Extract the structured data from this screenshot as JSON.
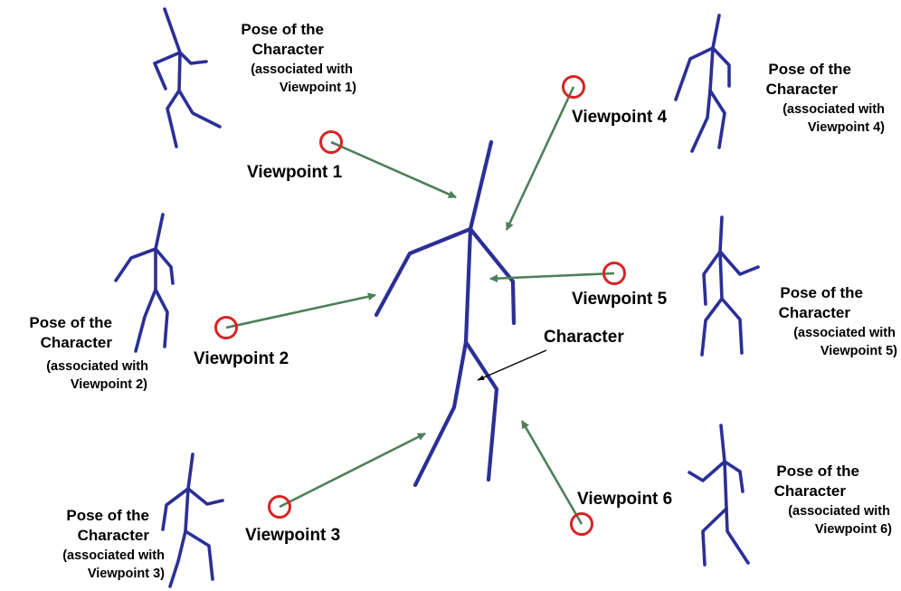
{
  "labels": {
    "character": "Character",
    "viewpoints": [
      "Viewpoint 1",
      "Viewpoint 2",
      "Viewpoint 3",
      "Viewpoint 4",
      "Viewpoint 5",
      "Viewpoint 6"
    ],
    "poses": [
      {
        "line1": "Pose of the",
        "line2": "Character",
        "line3": "(associated with",
        "line4": "Viewpoint 1)"
      },
      {
        "line1": "Pose of the",
        "line2": "Character",
        "line3": "(associated with",
        "line4": "Viewpoint 2)"
      },
      {
        "line1": "Pose of the",
        "line2": "Character",
        "line3": "(associated with",
        "line4": "Viewpoint 3)"
      },
      {
        "line1": "Pose of the",
        "line2": "Character",
        "line3": "(associated with",
        "line4": "Viewpoint 4)"
      },
      {
        "line1": "Pose of the",
        "line2": "Character",
        "line3": "(associated with",
        "line4": "Viewpoint 5)"
      },
      {
        "line1": "Pose of the",
        "line2": "Character",
        "line3": "(associated with",
        "line4": "Viewpoint 6)"
      }
    ]
  },
  "colors": {
    "figure": "#2b2f96",
    "viewpoint_marker": "#d62424",
    "view_arrow": "#4e7f5a",
    "pointer": "#000000"
  }
}
